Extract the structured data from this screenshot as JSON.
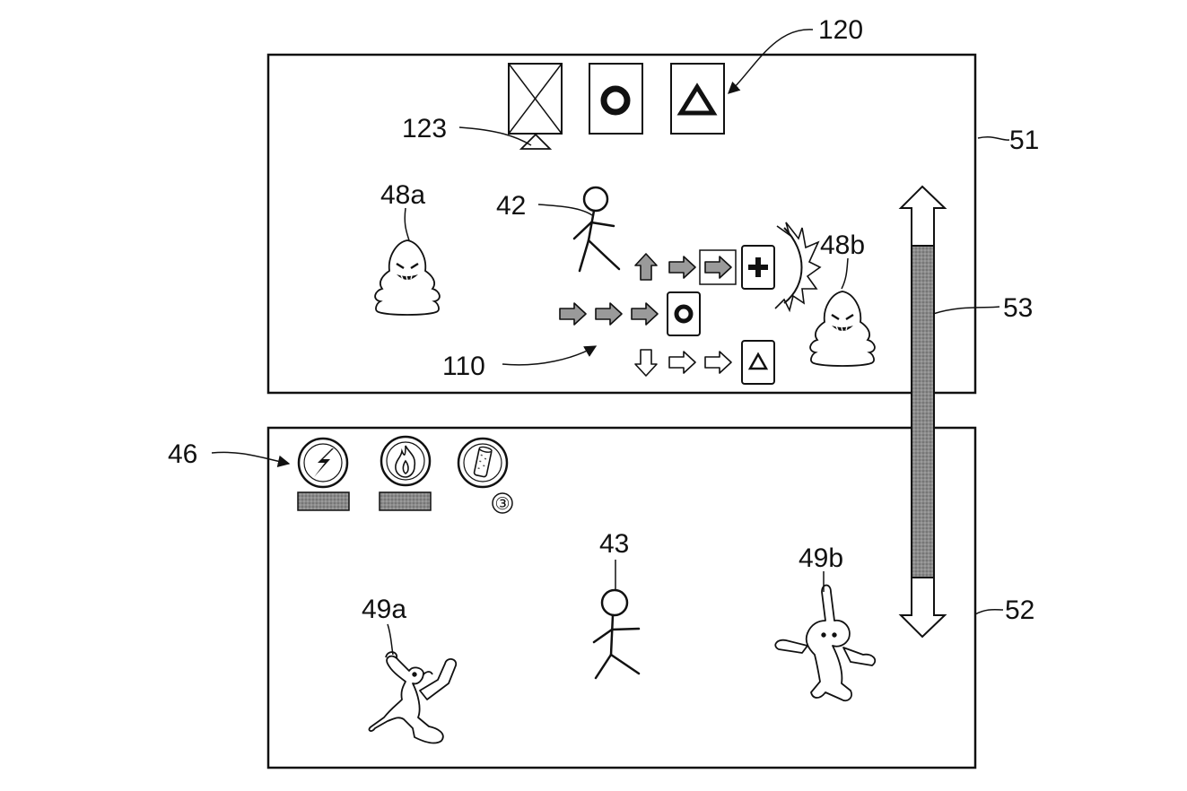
{
  "labels": {
    "screen_upper": "51",
    "screen_lower": "52",
    "gauge": "53",
    "command_cards": "120",
    "selector": "123",
    "player_upper": "42",
    "player_lower": "43",
    "enemy_left": "48a",
    "enemy_right": "48b",
    "input_sequences": "110",
    "item_icons": "46",
    "ally_left": "49a",
    "ally_right": "49b"
  },
  "item_count": "③",
  "cards": [
    {
      "symbol": "cross-box",
      "state": "used"
    },
    {
      "symbol": "circle"
    },
    {
      "symbol": "triangle"
    }
  ],
  "items": [
    {
      "icon": "lightning-icon",
      "has_bar": true
    },
    {
      "icon": "fire-icon",
      "has_bar": true
    },
    {
      "icon": "scroll-icon",
      "has_bar": false
    }
  ],
  "sequences": [
    {
      "arrows": [
        "up",
        "right",
        "right"
      ],
      "result": "plus",
      "arrow_style": "shaded"
    },
    {
      "arrows": [
        "right",
        "right",
        "right"
      ],
      "result": "circle",
      "arrow_style": "shaded"
    },
    {
      "arrows": [
        "down",
        "right",
        "right"
      ],
      "result": "triangle",
      "arrow_style": "outline"
    }
  ],
  "gauge_level": 0.55
}
